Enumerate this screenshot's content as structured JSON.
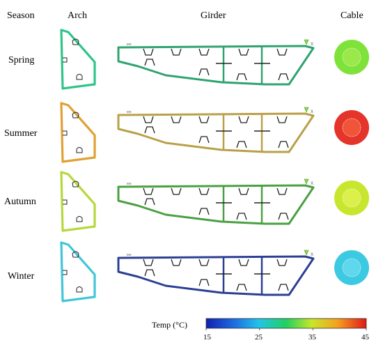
{
  "headers": {
    "season": "Season",
    "arch": "Arch",
    "girder": "Girder",
    "cable": "Cable"
  },
  "rows": [
    {
      "season": "Spring",
      "arch_color": "#2ec48a",
      "girder_color": "#2fa36f",
      "cable_color": "#7fe23a",
      "cable_core": "#9ae84a"
    },
    {
      "season": "Summer",
      "arch_color": "#e0a033",
      "girder_color": "#b9a047",
      "cable_color": "#e5342a",
      "cable_core": "#f0553a"
    },
    {
      "season": "Autumn",
      "arch_color": "#b6d83c",
      "girder_color": "#4aa043",
      "cable_color": "#c8e62e",
      "cable_core": "#dcef4a"
    },
    {
      "season": "Winter",
      "arch_color": "#3fc6d9",
      "girder_color": "#2b3f93",
      "cable_color": "#3cc9e2",
      "cable_core": "#5fd7ec"
    }
  ],
  "colorbar": {
    "label": "Temp (°C)",
    "ticks": [
      "15",
      "25",
      "35",
      "45"
    ],
    "min": 15,
    "max": 45
  }
}
